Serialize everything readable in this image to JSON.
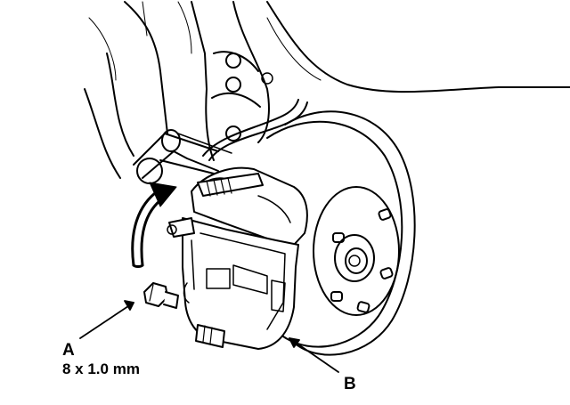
{
  "callouts": {
    "a": {
      "letter": "A",
      "spec": "8 x 1.0 mm"
    },
    "b": {
      "letter": "B"
    }
  },
  "colors": {
    "ink": "#000000",
    "paper": "#ffffff"
  }
}
